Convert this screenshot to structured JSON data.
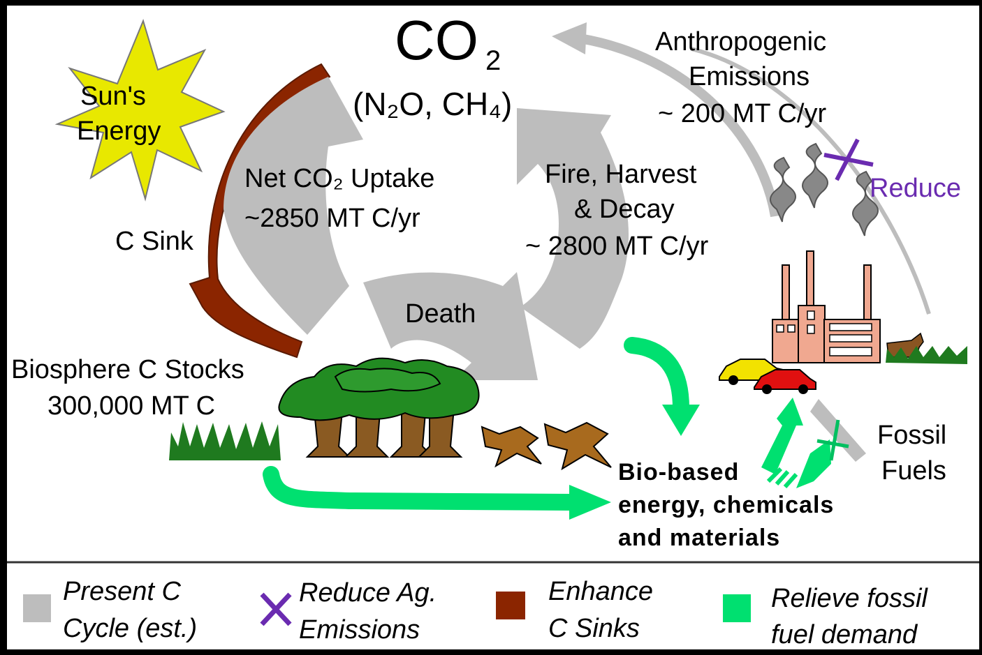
{
  "title": {
    "co": "CO",
    "sub": "2",
    "gases": "(N₂O, CH₄)"
  },
  "labels": {
    "sun1": "Sun's",
    "sun2": "Energy",
    "uptake1": "Net CO₂ Uptake",
    "uptake2": "~2850 MT C/yr",
    "fire1": "Fire, Harvest",
    "fire2": "& Decay",
    "fire3": "~ 2800 MT C/yr",
    "anthro1": "Anthropogenic",
    "anthro2": "Emissions",
    "anthro3": "~ 200 MT C/yr",
    "reduce": "Reduce",
    "csink": "C Sink",
    "death": "Death",
    "bio1": "Biosphere C Stocks",
    "bio2": "300,000 MT C",
    "fossil1": "Fossil",
    "fossil2": "Fuels",
    "biobased1": "Bio-based",
    "biobased2": "energy, chemicals",
    "biobased3": "and materials"
  },
  "legend": {
    "present1": "Present C",
    "present2": "Cycle  (est.)",
    "reduce1": "Reduce Ag.",
    "reduce2": "Emissions",
    "enhance1": "Enhance",
    "enhance2": "C Sinks",
    "relieve1": "Relieve  fossil",
    "relieve2": "fuel demand"
  },
  "colors": {
    "present": "#bdbdbd",
    "reduce": "#6a2bb0",
    "enhance": "#8b2500",
    "relieve": "#00e070",
    "sun": "#e8e800"
  }
}
